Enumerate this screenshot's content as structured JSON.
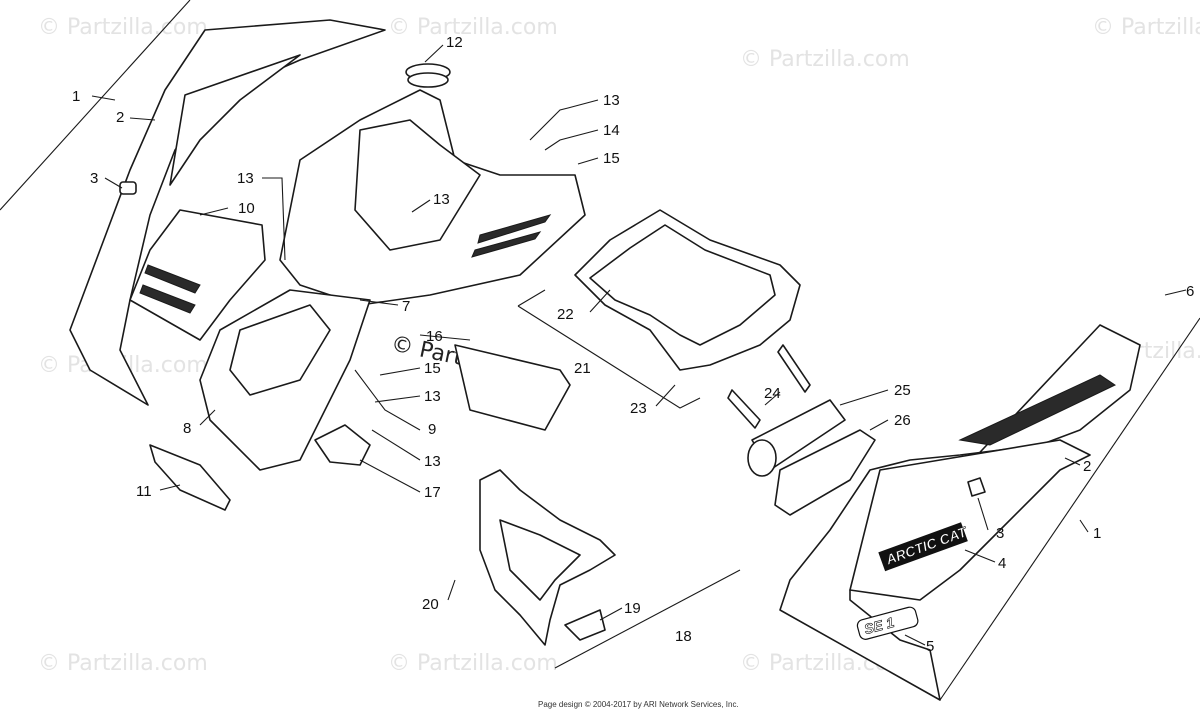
{
  "watermark": "© Partzilla.com",
  "credit": "Page design © 2004-2017 by ARI Network Services, Inc.",
  "decals": {
    "brand": "ARCTIC CAT",
    "model": "SE 1"
  },
  "callouts": [
    {
      "id": "c1a",
      "label": "1"
    },
    {
      "id": "c2a",
      "label": "2"
    },
    {
      "id": "c3a",
      "label": "3"
    },
    {
      "id": "c10",
      "label": "10"
    },
    {
      "id": "c12",
      "label": "12"
    },
    {
      "id": "c13a",
      "label": "13"
    },
    {
      "id": "c13b",
      "label": "13"
    },
    {
      "id": "c13c",
      "label": "13"
    },
    {
      "id": "c14",
      "label": "14"
    },
    {
      "id": "c15a",
      "label": "15"
    },
    {
      "id": "c7",
      "label": "7"
    },
    {
      "id": "c16",
      "label": "16"
    },
    {
      "id": "c15b",
      "label": "15"
    },
    {
      "id": "c13d",
      "label": "13"
    },
    {
      "id": "c9",
      "label": "9"
    },
    {
      "id": "c13e",
      "label": "13"
    },
    {
      "id": "c17",
      "label": "17"
    },
    {
      "id": "c8",
      "label": "8"
    },
    {
      "id": "c11",
      "label": "11"
    },
    {
      "id": "c21",
      "label": "21"
    },
    {
      "id": "c22",
      "label": "22"
    },
    {
      "id": "c23",
      "label": "23"
    },
    {
      "id": "c24",
      "label": "24"
    },
    {
      "id": "c25",
      "label": "25"
    },
    {
      "id": "c26",
      "label": "26"
    },
    {
      "id": "c6",
      "label": "6"
    },
    {
      "id": "c2b",
      "label": "2"
    },
    {
      "id": "c3b",
      "label": "3"
    },
    {
      "id": "c1b",
      "label": "1"
    },
    {
      "id": "c4",
      "label": "4"
    },
    {
      "id": "c5",
      "label": "5"
    },
    {
      "id": "c20",
      "label": "20"
    },
    {
      "id": "c19",
      "label": "19"
    },
    {
      "id": "c18",
      "label": "18"
    }
  ]
}
